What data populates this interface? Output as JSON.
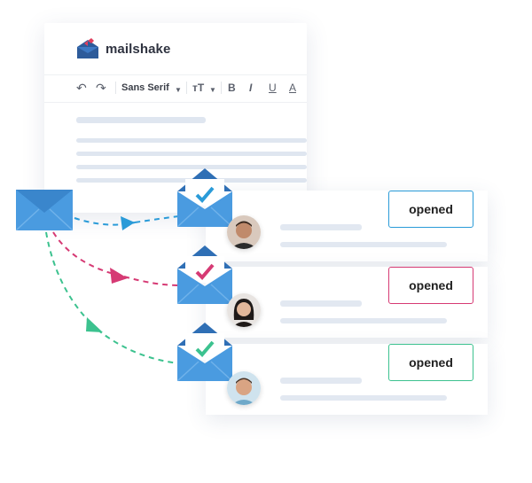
{
  "app": {
    "brand": "mailshake"
  },
  "toolbar": {
    "font_family": "Sans Serif",
    "undo_icon": "undo-icon",
    "redo_icon": "redo-icon",
    "bold_label": "B",
    "italic_label": "I",
    "underline_label": "U",
    "text_color_label": "A"
  },
  "recipients": [
    {
      "status": "opened",
      "accent": "#2a9bd8",
      "check_color": "#2a9bd8"
    },
    {
      "status": "opened",
      "accent": "#d63a74",
      "check_color": "#d63a74"
    },
    {
      "status": "opened",
      "accent": "#3cc28f",
      "check_color": "#3cc28f"
    }
  ],
  "colors": {
    "envelope": "#3f8fd5",
    "envelope_light": "#5aa7e4",
    "arrow_blue": "#2a9bd8",
    "arrow_pink": "#d63a74",
    "arrow_green": "#3cc28f"
  }
}
